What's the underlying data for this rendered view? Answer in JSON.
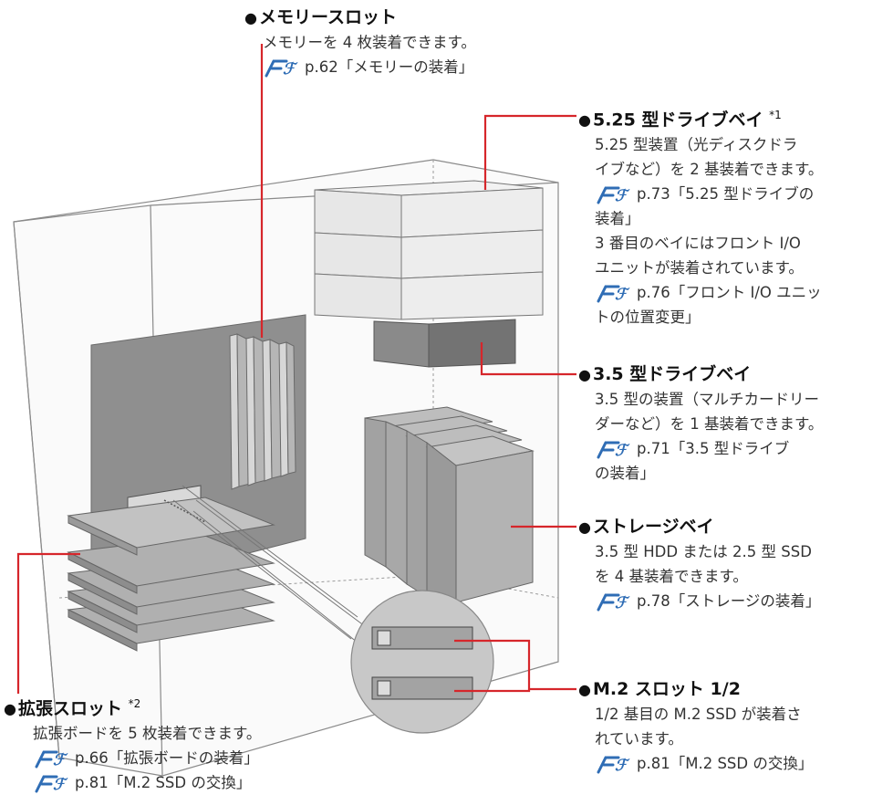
{
  "callouts": {
    "memory": {
      "title": "メモリースロット",
      "lines": [
        "メモリーを 4 枚装着できます。"
      ],
      "refs": [
        "p.62「メモリーの装着」"
      ]
    },
    "bay525": {
      "title": "5.25 型ドライブベイ",
      "note": "*1",
      "lines": [
        "5.25 型装置（光ディスクドラ",
        "イブなど）を 2 基装着できます。"
      ],
      "ref1": "p.73「5.25 型ドライブの",
      "ref1_cont": "装着」",
      "lines2": [
        "3 番目のベイにはフロント I/O",
        "ユニットが装着されています。"
      ],
      "ref2": "p.76「フロント I/O ユニッ",
      "ref2_cont": "トの位置変更」"
    },
    "bay35": {
      "title": "3.5 型ドライブベイ",
      "lines": [
        "3.5 型の装置（マルチカードリー",
        "ダーなど）を 1 基装着できます。"
      ],
      "ref": "p.71「3.5 型ドライブ",
      "ref_cont": "の装着」"
    },
    "storage": {
      "title": "ストレージベイ",
      "lines": [
        "3.5 型 HDD または 2.5 型 SSD",
        "を 4 基装着できます。"
      ],
      "ref": "p.78「ストレージの装着」"
    },
    "m2": {
      "title": "M.2 スロット 1/2",
      "lines": [
        "1/2 基目の M.2 SSD が装着さ",
        "れています。"
      ],
      "ref": "p.81「M.2 SSD の交換」"
    },
    "expansion": {
      "title": "拡張スロット",
      "note": "*2",
      "lines": [
        "拡張ボードを 5 枚装着できます。"
      ],
      "refs": [
        "p.66「拡張ボードの装着」",
        "p.81「M.2 SSD の交換」"
      ]
    }
  },
  "colors": {
    "leader_line": "#d6262b",
    "ref_icon": "#2f6db5",
    "board": "#a3a3a3",
    "bay_face": "#ececec",
    "dark_part": "#7c7c7c"
  }
}
